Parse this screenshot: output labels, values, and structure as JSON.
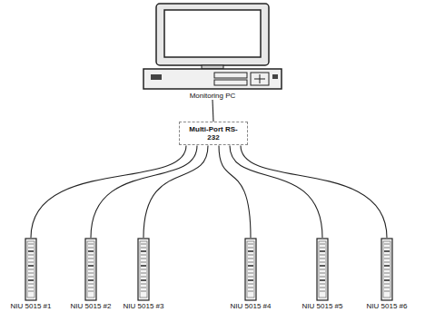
{
  "diagram": {
    "nodes": [
      {
        "text": [
          "Monitoring PC"
        ]
      },
      {
        "text": [
          "Multi-Port RS-232"
        ]
      },
      {
        "text": [
          "NIU 5015 #1"
        ]
      },
      {
        "text": [
          "NIU 5015 #2"
        ]
      },
      {
        "text": [
          "NIU 5015 #3"
        ]
      },
      {
        "text": [
          "NIU 5015 #4"
        ]
      },
      {
        "text": [
          "NIU 5015 #5"
        ]
      },
      {
        "text": [
          "NIU 5015 #6"
        ]
      }
    ],
    "edges": [
      {
        "from": 0,
        "to": 1,
        "arrow": "none"
      },
      {
        "from": 1,
        "to": 2,
        "arrow": "none"
      },
      {
        "from": 1,
        "to": 3,
        "arrow": "none"
      },
      {
        "from": 1,
        "to": 4,
        "arrow": "none"
      },
      {
        "from": 1,
        "to": 5,
        "arrow": "none"
      },
      {
        "from": 1,
        "to": 6,
        "arrow": "none"
      },
      {
        "from": 1,
        "to": 7,
        "arrow": "none"
      }
    ]
  }
}
